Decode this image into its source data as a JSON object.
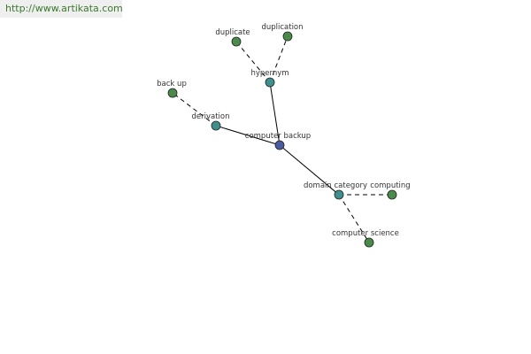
{
  "watermark": "http://www.artikata.com",
  "colors": {
    "root": "#4a5aa0",
    "relation": "#3f8f8f",
    "term": "#4a8a4a"
  },
  "graph": {
    "nodes": [
      {
        "id": "root",
        "label": "computer backup",
        "kind": "root"
      },
      {
        "id": "hypernym",
        "label": "hypernym",
        "kind": "relation"
      },
      {
        "id": "derivation",
        "label": "derivation",
        "kind": "relation"
      },
      {
        "id": "domain",
        "label": "domain category",
        "kind": "relation"
      },
      {
        "id": "duplicate",
        "label": "duplicate",
        "kind": "term"
      },
      {
        "id": "duplication",
        "label": "duplication",
        "kind": "term"
      },
      {
        "id": "backup",
        "label": "back up",
        "kind": "term"
      },
      {
        "id": "computing",
        "label": "computing",
        "kind": "term"
      },
      {
        "id": "compsci",
        "label": "computer science",
        "kind": "term"
      }
    ],
    "edges": [
      {
        "from": "root",
        "to": "hypernym",
        "style": "solid"
      },
      {
        "from": "root",
        "to": "derivation",
        "style": "solid"
      },
      {
        "from": "root",
        "to": "domain",
        "style": "solid"
      },
      {
        "from": "hypernym",
        "to": "duplicate",
        "style": "dashed"
      },
      {
        "from": "hypernym",
        "to": "duplication",
        "style": "dashed"
      },
      {
        "from": "derivation",
        "to": "backup",
        "style": "dashed"
      },
      {
        "from": "domain",
        "to": "computing",
        "style": "dashed"
      },
      {
        "from": "domain",
        "to": "compsci",
        "style": "dashed"
      }
    ]
  }
}
